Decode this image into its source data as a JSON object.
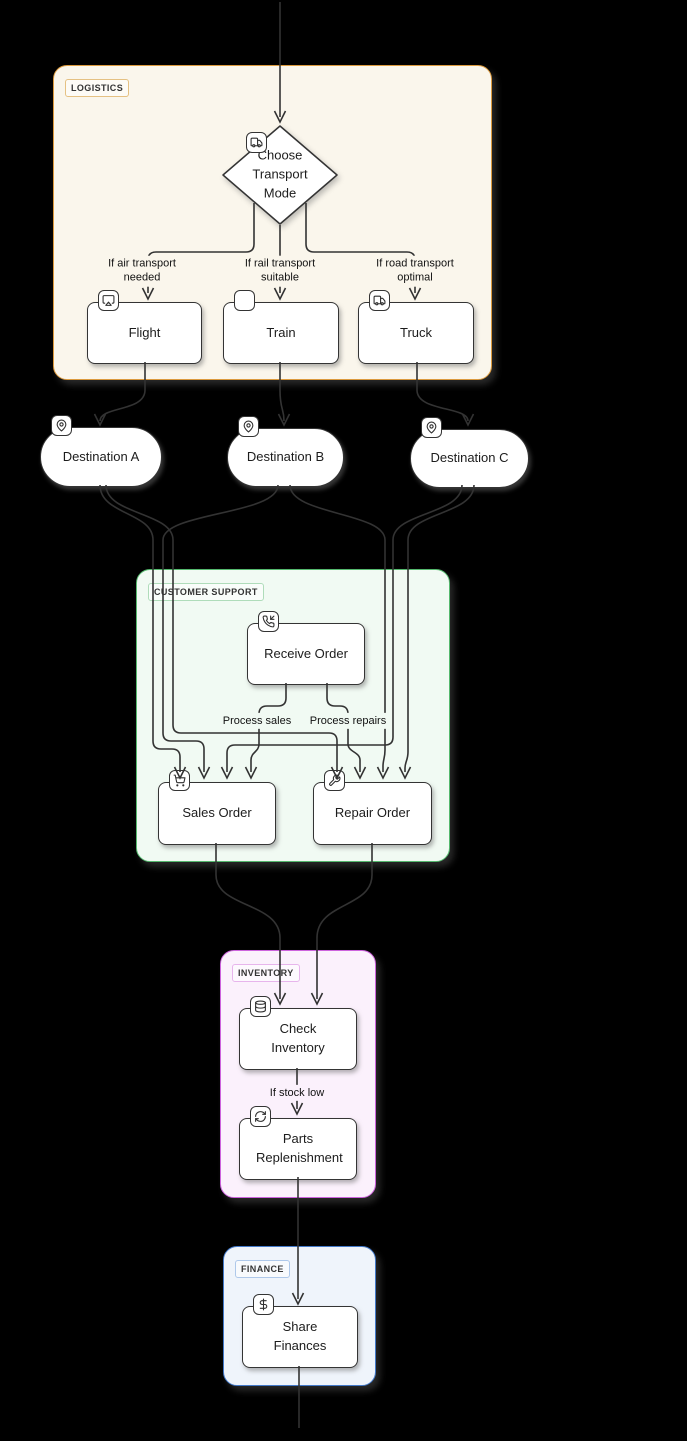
{
  "page": {
    "background": "#000000",
    "diagram_type": "flowchart"
  },
  "colors": {
    "edge": "#333333",
    "node_border": "#343434",
    "node_fill": "#ffffff",
    "text": "#1c1c1c"
  },
  "sections": {
    "logistics": {
      "label": "LOGISTICS",
      "border": "#dc9a3d",
      "background": "#faf6ec"
    },
    "customer_support": {
      "label": "CUSTOMER SUPPORT",
      "border": "#55b96e",
      "background": "#f1faf3"
    },
    "inventory": {
      "label": "INVENTORY",
      "border": "#cd63dd",
      "background": "#fbf1fc"
    },
    "finance": {
      "label": "FINANCE",
      "border": "#4379c9",
      "background": "#eff4fb"
    }
  },
  "nodes": [
    {
      "id": "choose-transport-mode",
      "label": "Choose Transport Mode",
      "shape": "diamond",
      "icon": "truck-icon",
      "section": "logistics"
    },
    {
      "id": "flight",
      "label": "Flight",
      "shape": "rect",
      "icon": "airplay-icon",
      "section": "logistics"
    },
    {
      "id": "train",
      "label": "Train",
      "shape": "rect",
      "icon": "blank-icon",
      "section": "logistics"
    },
    {
      "id": "truck",
      "label": "Truck",
      "shape": "rect",
      "icon": "truck-icon",
      "section": "logistics"
    },
    {
      "id": "destination-a",
      "label": "Destination A",
      "shape": "stadium",
      "icon": "map-pin-icon",
      "section": ""
    },
    {
      "id": "destination-b",
      "label": "Destination B",
      "shape": "stadium",
      "icon": "map-pin-icon",
      "section": ""
    },
    {
      "id": "destination-c",
      "label": "Destination C",
      "shape": "stadium",
      "icon": "map-pin-icon",
      "section": ""
    },
    {
      "id": "receive-order",
      "label": "Receive Order",
      "shape": "rect",
      "icon": "phone-incoming-icon",
      "section": "customer_support"
    },
    {
      "id": "sales-order",
      "label": "Sales Order",
      "shape": "rect",
      "icon": "shopping-cart-icon",
      "section": "customer_support"
    },
    {
      "id": "repair-order",
      "label": "Repair Order",
      "shape": "rect",
      "icon": "wrench-icon",
      "section": "customer_support"
    },
    {
      "id": "check-inventory",
      "label": "Check Inventory",
      "shape": "rect",
      "icon": "database-icon",
      "section": "inventory"
    },
    {
      "id": "parts-replenishment",
      "label": "Parts Replenishment",
      "shape": "rect",
      "icon": "refresh-icon",
      "section": "inventory"
    },
    {
      "id": "share-finances",
      "label": "Share Finances",
      "shape": "rect",
      "icon": "dollar-icon",
      "section": "finance"
    }
  ],
  "edges": [
    {
      "id": "e1",
      "from": "",
      "to": "choose-transport-mode",
      "label": ""
    },
    {
      "id": "e2",
      "from": "choose-transport-mode",
      "to": "flight",
      "label": "If air transport needed"
    },
    {
      "id": "e3",
      "from": "choose-transport-mode",
      "to": "train",
      "label": "If rail transport suitable"
    },
    {
      "id": "e4",
      "from": "choose-transport-mode",
      "to": "truck",
      "label": "If road transport optimal"
    },
    {
      "id": "e5",
      "from": "flight",
      "to": "destination-a",
      "label": ""
    },
    {
      "id": "e6",
      "from": "train",
      "to": "destination-b",
      "label": ""
    },
    {
      "id": "e7",
      "from": "truck",
      "to": "destination-c",
      "label": ""
    },
    {
      "id": "e8",
      "from": "destination-a",
      "to": "sales-order",
      "label": ""
    },
    {
      "id": "e9",
      "from": "destination-b",
      "to": "sales-order",
      "label": ""
    },
    {
      "id": "e10",
      "from": "destination-c",
      "to": "sales-order",
      "label": ""
    },
    {
      "id": "e11",
      "from": "destination-a",
      "to": "repair-order",
      "label": ""
    },
    {
      "id": "e12",
      "from": "destination-b",
      "to": "repair-order",
      "label": ""
    },
    {
      "id": "e13",
      "from": "destination-c",
      "to": "repair-order",
      "label": ""
    },
    {
      "id": "e14",
      "from": "receive-order",
      "to": "sales-order",
      "label": "Process sales"
    },
    {
      "id": "e15",
      "from": "receive-order",
      "to": "repair-order",
      "label": "Process repairs"
    },
    {
      "id": "e16",
      "from": "sales-order",
      "to": "check-inventory",
      "label": ""
    },
    {
      "id": "e17",
      "from": "repair-order",
      "to": "check-inventory",
      "label": ""
    },
    {
      "id": "e18",
      "from": "check-inventory",
      "to": "parts-replenishment",
      "label": "If stock low"
    },
    {
      "id": "e19",
      "from": "parts-replenishment",
      "to": "share-finances",
      "label": ""
    },
    {
      "id": "e20",
      "from": "share-finances",
      "to": "",
      "label": ""
    }
  ]
}
